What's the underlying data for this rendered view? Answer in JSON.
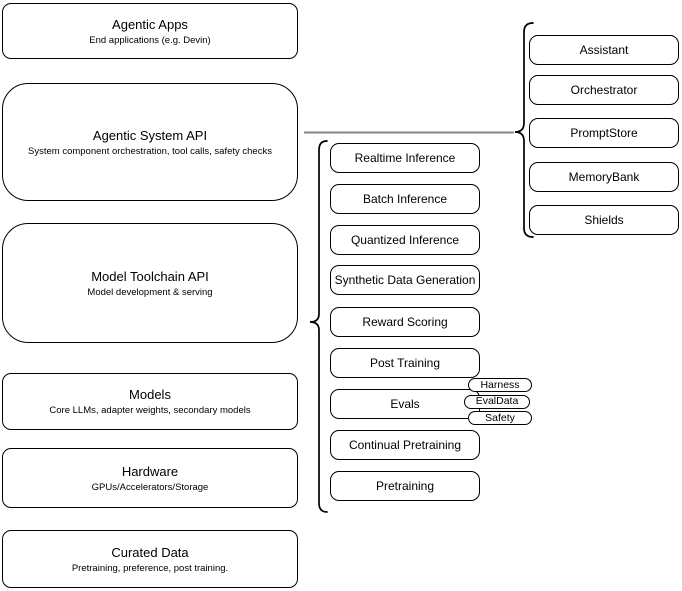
{
  "diagram": {
    "left_stack": {
      "boxes": [
        {
          "title": "Agentic Apps",
          "subtitle": "End applications (e.g. Devin)"
        },
        {
          "title": "Agentic System API",
          "subtitle": "System component orchestration, tool calls, safety checks"
        },
        {
          "title": "Model Toolchain API",
          "subtitle": "Model development & serving"
        },
        {
          "title": "Models",
          "subtitle": "Core LLMs, adapter weights, secondary models"
        },
        {
          "title": "Hardware",
          "subtitle": "GPUs/Accelerators/Storage"
        },
        {
          "title": "Curated Data",
          "subtitle": "Pretraining, preference, post training."
        }
      ]
    },
    "toolchain_group": {
      "items": [
        {
          "label": "Realtime Inference"
        },
        {
          "label": "Batch Inference"
        },
        {
          "label": "Quantized Inference"
        },
        {
          "label": "Synthetic Data Generation"
        },
        {
          "label": "Reward Scoring"
        },
        {
          "label": "Post Training"
        },
        {
          "label": "Evals",
          "tags": [
            "Harness",
            "EvalData",
            "Safety"
          ]
        },
        {
          "label": "Continual Pretraining"
        },
        {
          "label": "Pretraining"
        }
      ]
    },
    "system_group": {
      "items": [
        {
          "label": "Assistant"
        },
        {
          "label": "Orchestrator"
        },
        {
          "label": "PromptStore"
        },
        {
          "label": "MemoryBank"
        },
        {
          "label": "Shields"
        }
      ]
    },
    "colors": {
      "border": "#000000",
      "fill": "#ffffff",
      "connector": "#848484"
    }
  }
}
